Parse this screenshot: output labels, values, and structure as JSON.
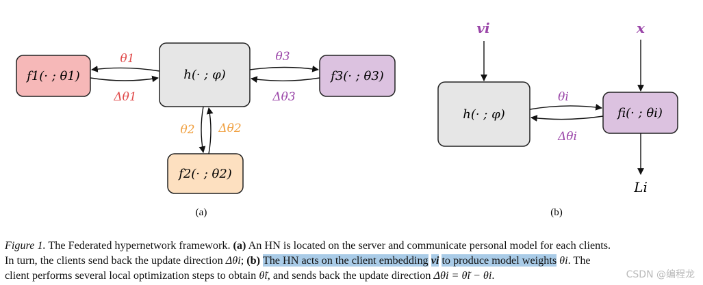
{
  "figure_a": {
    "server_node": "h(· ; φ)",
    "client_nodes": [
      "f1(· ; θ1)",
      "f2(· ; θ2)",
      "f3(· ; θ3)"
    ],
    "edge_labels": {
      "theta1": "θ1",
      "dtheta1": "Δθ1",
      "theta2": "θ2",
      "dtheta2": "Δθ2",
      "theta3": "θ3",
      "dtheta3": "Δθ3"
    },
    "label": "(a)"
  },
  "figure_b": {
    "server_node": "h(· ; φ)",
    "client_node": "fi(· ; θi)",
    "input_v": "vi",
    "input_x": "x",
    "loss": "Li",
    "edge_labels": {
      "theta": "θi",
      "dtheta": "Δθi"
    },
    "label": "(b)"
  },
  "caption": {
    "fig_name": "Figure 1.",
    "line1_rest": " The Federated hypernetwork framework. ",
    "part_a": "(a)",
    "line1_after_a": " An HN is located on the server and communicate personal model for each clients.",
    "line2_start": "In turn, the clients send back the update direction ",
    "dtheta_i": "Δθi",
    "semicolon": "; ",
    "part_b": "(b)",
    "space": " ",
    "highlight1": "The HN acts on the client embedding",
    "v_i": "vi",
    "highlight2": "to produce model weights",
    "theta_i": "θi",
    "line2_end": ". The",
    "line3_start": "client performs several local optimization steps to obtain ",
    "theta_tilde_i": "θ̃i",
    "line3_mid": ", and sends back the update direction ",
    "equation": "Δθi = θ̃i − θi",
    "line3_end": "."
  },
  "watermark": "CSDN @编程龙",
  "colors": {
    "f1_fill": "#f6b8b8",
    "f2_fill": "#fde0c0",
    "f3_fill": "#dcc2e0",
    "fi_fill": "#dcc2e0",
    "h_fill": "#e6e6e6",
    "red": "#e04a4a",
    "orange": "#f0a040",
    "purple": "#9a45a8",
    "highlight": "#a9cbe7"
  }
}
